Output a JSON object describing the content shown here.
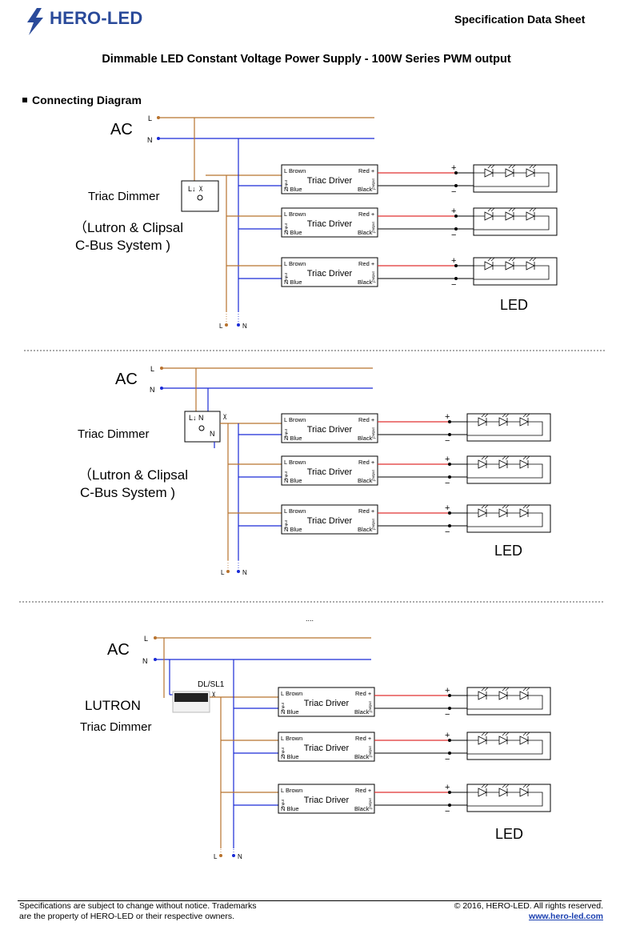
{
  "header": {
    "brand": "HERO-LED",
    "sheet_title": "Specification Data Sheet",
    "doc_title": "Dimmable LED Constant Voltage Power Supply - 100W Series    PWM output"
  },
  "section": {
    "title": "Connecting Diagram"
  },
  "labels": {
    "ac": "AC",
    "line": "L",
    "neutral": "N",
    "led": "LED",
    "driver": "Triac Driver",
    "in_l": "L Brown",
    "in_n": "N Blue",
    "out_red": "Red +",
    "out_black": "Black -",
    "input": "Input",
    "output": "Output",
    "plus": "+",
    "minus": "−"
  },
  "diagrams": [
    {
      "dimmer_name": "Triac Dimmer",
      "dimmer_note_1": "（Lutron & Clipsal",
      "dimmer_note_2": "C-Bus System )"
    },
    {
      "dimmer_name": "Triac Dimmer",
      "dimmer_note_1": "（Lutron & Clipsal",
      "dimmer_note_2": "C-Bus System )"
    },
    {
      "dimmer_brand": "LUTRON",
      "dimmer_name": "Triac Dimmer",
      "dimmer_terminal": "DL/SL1",
      "dots": "...."
    }
  ],
  "footer": {
    "left_line_1": "Specifications are subject to change without notice. Trademarks",
    "left_line_2": "are the property of HERO-LED  or their respective owners.",
    "right_line_1": "© 2016, HERO-LED. All rights reserved.",
    "website": "www.hero-led.com"
  },
  "colors": {
    "line": "#b8732e",
    "neutral": "#1a2bd6",
    "positive": "#e03030",
    "negative": "#333333",
    "brand": "#2a4a9a"
  }
}
